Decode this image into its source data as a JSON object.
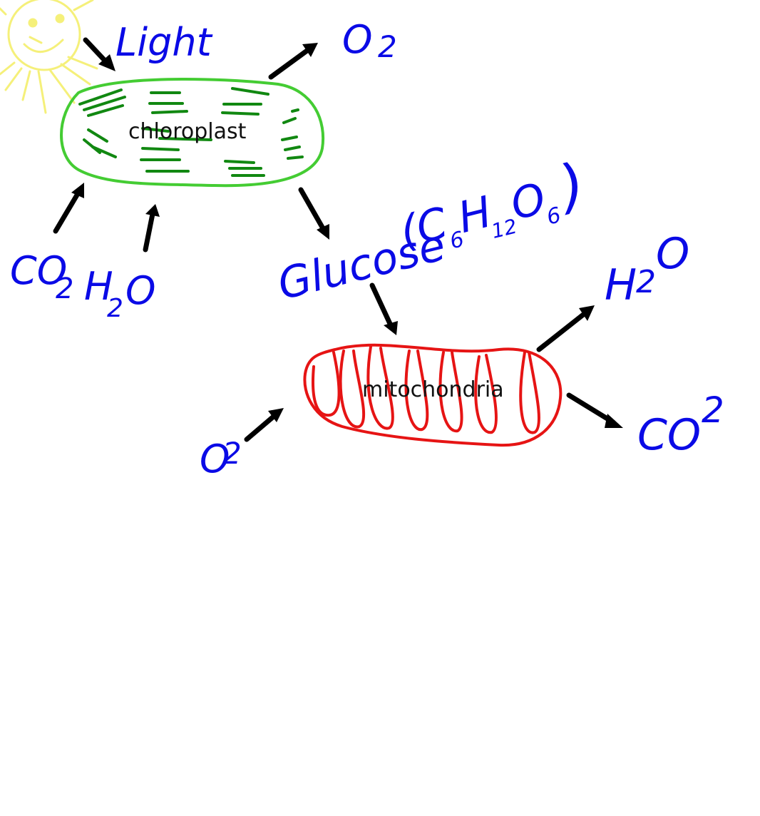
{
  "labels": {
    "light": "Light",
    "o2_top": "O",
    "o2_top_sub": "2",
    "co2_left": "CO",
    "co2_left_sub": "2",
    "h2o_left_h": "H",
    "h2o_left_sub": "2",
    "h2o_left_o": "O",
    "glucose": "Glucose",
    "glucose_formula_c": "(C",
    "glucose_formula_c_sub": "6",
    "glucose_formula_h": "H",
    "glucose_formula_h_sub": "12",
    "glucose_formula_o": "O",
    "glucose_formula_o_sub": "6",
    "glucose_formula_close": ")",
    "h2o_right_h": "H",
    "h2o_right_sub": "2",
    "h2o_right_o": "O",
    "co2_right": "CO",
    "co2_right_sub": "2",
    "o2_left": "O",
    "o2_left_sub": "2"
  },
  "organelles": {
    "chloroplast": "chloroplast",
    "mitochondria": "mitochondria"
  },
  "colors": {
    "label_blue": "#0a0ae6",
    "chloroplast_outline": "#44cc33",
    "thylakoid_green": "#118811",
    "mitochondria_red": "#e61414",
    "sun_yellow": "#f5f07a",
    "arrow_black": "#000000"
  },
  "icons": {
    "sun": "smiling-sun-icon"
  }
}
